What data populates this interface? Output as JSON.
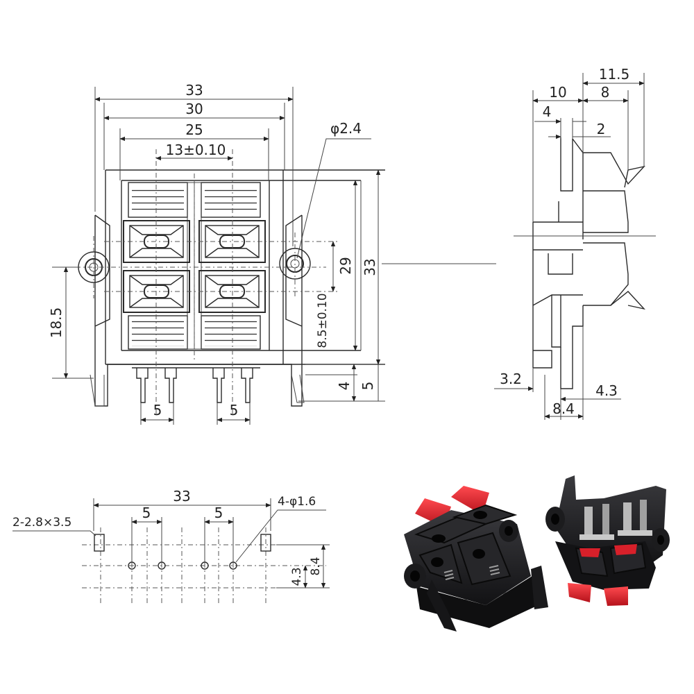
{
  "front_view": {
    "dim_width_outer": "33",
    "dim_width_mid": "30",
    "dim_width_inner": "25",
    "dim_center_spacing": "13±0.10",
    "dim_hole_diameter": "φ2.4",
    "dim_height_total": "33",
    "dim_height_body": "29",
    "dim_hole_height": "18.5",
    "dim_pitch_vertical": "8.5±0.10",
    "dim_pin_pitch_left": "5",
    "dim_pin_pitch_right": "5",
    "dim_pin_length_short": "4",
    "dim_pin_length_long": "5"
  },
  "side_view": {
    "dim_total_depth": "11.5",
    "dim_body_depth": "10",
    "dim_lever_depth": "8",
    "dim_step_4": "4",
    "dim_step_2": "2",
    "dim_foot_offset": "3.2",
    "dim_pin_offset": "4.3",
    "dim_pin_depth": "8.4"
  },
  "pcb_layout": {
    "dim_width": "33",
    "dim_pitch_left": "5",
    "dim_pitch_right": "5",
    "dim_slot": "2-2.8×3.5",
    "dim_holes": "4-φ1.6",
    "dim_row_4_3": "4.3",
    "dim_row_8_4": "8.4"
  },
  "colors": {
    "line": "#2a2a2a",
    "body_black": "#1c1c1e",
    "lever_red": "#d8202a",
    "contact_metal": "#b9b9b9"
  }
}
